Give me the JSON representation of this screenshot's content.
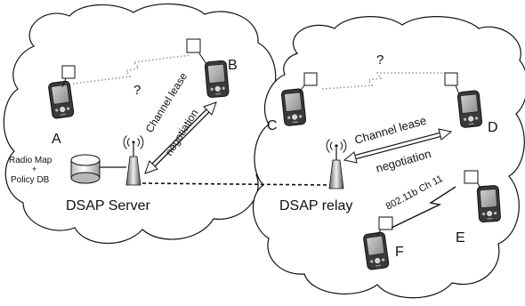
{
  "devices": {
    "a": "A",
    "b": "B",
    "c": "C",
    "d": "D",
    "e": "E",
    "f": "F"
  },
  "unknown_link_mark_left": "?",
  "unknown_link_mark_right": "?",
  "server": {
    "label": "DSAP Server",
    "db_label_line1": "Radio Map",
    "db_label_line2": "+",
    "db_label_line3": "Policy DB"
  },
  "relay": {
    "label": "DSAP relay"
  },
  "left_lease": {
    "line1": "Channel lease",
    "line2": "negotiation"
  },
  "right_lease": {
    "line1": "Channel lease",
    "line2": "negotiation"
  },
  "channel_label": "802.11b Ch 11",
  "colors": {
    "outline": "#111111",
    "device_dark": "#3a3a3a",
    "device_mid": "#8a8a8a",
    "device_light": "#d6d6d6",
    "dotted_link": "#9a9a9a",
    "tower": "#444444"
  }
}
